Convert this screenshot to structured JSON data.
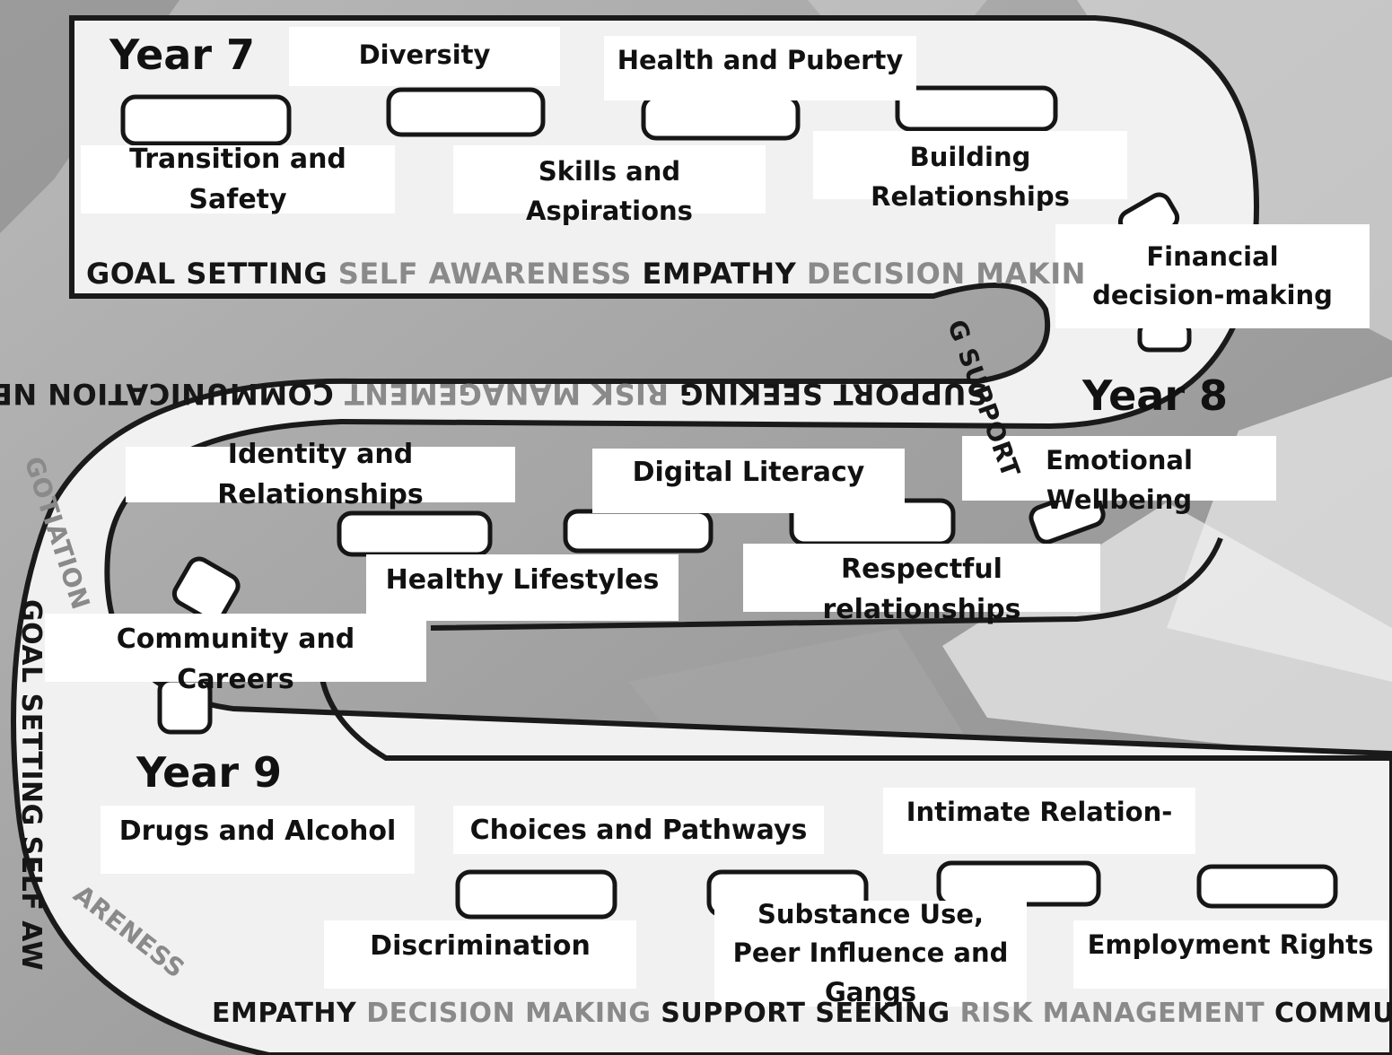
{
  "years": {
    "y7": "Year 7",
    "y8": "Year 8",
    "y9": "Year 9"
  },
  "topics": {
    "diversity": "Diversity",
    "health_puberty": "Health and Puberty",
    "transition_safety": "Transition and Safety",
    "skills_aspirations": "Skills and Aspirations",
    "building_relationships": "Building Relationships",
    "financial_decision": "Financial decision-making",
    "emotional_wellbeing": "Emotional Wellbeing",
    "identity_relationships": "Identity and Relationships",
    "digital_literacy": "Digital Literacy",
    "healthy_lifestyles": "Healthy Lifestyles",
    "respectful_relationships": "Respectful relationships",
    "community_careers": "Community and Careers",
    "drugs_alcohol": "Drugs and Alcohol",
    "choices_pathways": "Choices and Pathways",
    "intimate_relation": "Intimate Relation-",
    "discrimination": "Discrimination",
    "substance_use": "Substance Use, Peer Influence and Gangs",
    "employment_rights": "Employment Rights"
  },
  "skills_band_top": {
    "goal_setting": "GOAL SETTING",
    "self_awareness": "SELF AWARENESS",
    "empathy": "EMPATHY",
    "decision_making": "DECISION MAKIN",
    "curve": "G SUPPORT"
  },
  "skills_band_middle": {
    "support_seeking": "SUPPORT SEEKING",
    "risk_management": "RISK MANAGEMENT",
    "communication": "COMMUNICATION NE",
    "curve": "GOTIATION"
  },
  "skills_band_left": {
    "text": "GOAL SETTING SELF AW"
  },
  "skills_band_bottom": {
    "awareness": "ARENESS",
    "empathy": "EMPATHY",
    "decision_making": "DECISION MAKING",
    "support_seeking": "SUPPORT SEEKING",
    "risk_management": "RISK MANAGEMENT",
    "commun": "COMMUN"
  },
  "colors": {
    "dark_text": "#161616",
    "light_text": "#8a8a8a",
    "road": "#f2f2f2",
    "edge": "#1a1a1a"
  }
}
